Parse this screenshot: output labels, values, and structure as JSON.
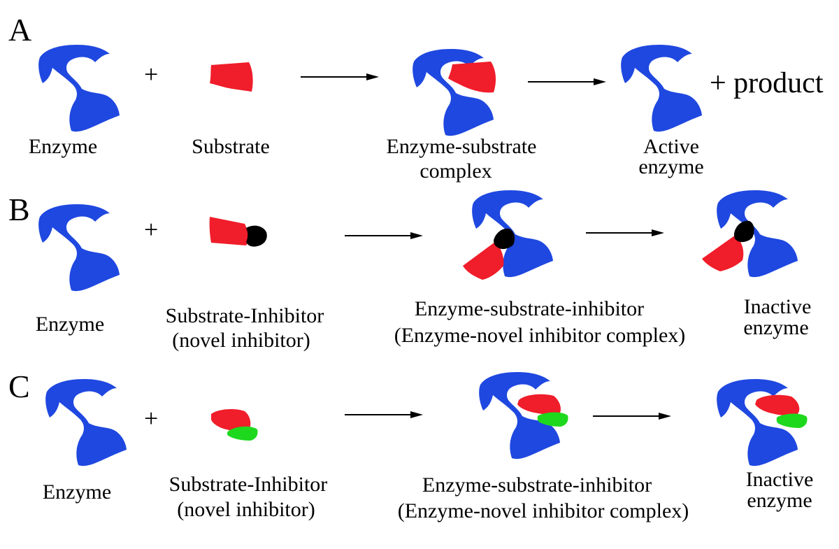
{
  "colors": {
    "enzyme": "#1f48e0",
    "substrate": "#f01d2a",
    "inhibitor_black": "#000000",
    "inhibitor_green": "#1ed81e",
    "background": "#ffffff"
  },
  "icons": {
    "enzyme": "enzyme-shape",
    "substrate": "substrate-shape",
    "inhibitor_b": "black-inhibitor-shape",
    "inhibitor_c": "green-inhibitor-shape",
    "arrow": "right-arrow"
  },
  "panels": {
    "a": {
      "letter": "A",
      "plus": "+",
      "enzyme_label": "Enzyme",
      "substrate_label": "Substrate",
      "complex_label_1": "Enzyme-substrate",
      "complex_label_2": "complex",
      "result_label_1": "Active",
      "result_label_2": "enzyme",
      "product": "+ product"
    },
    "b": {
      "letter": "B",
      "plus": "+",
      "enzyme_label": "Enzyme",
      "reagent_label_1": "Substrate-Inhibitor",
      "reagent_label_2": "(novel inhibitor)",
      "complex_label_1": "Enzyme-substrate-inhibitor",
      "complex_label_2": "(Enzyme-novel inhibitor complex)",
      "result_label_1": "Inactive",
      "result_label_2": "enzyme"
    },
    "c": {
      "letter": "C",
      "plus": "+",
      "enzyme_label": "Enzyme",
      "reagent_label_1": "Substrate-Inhibitor",
      "reagent_label_2": "(novel inhibitor)",
      "complex_label_1": "Enzyme-substrate-inhibitor",
      "complex_label_2": "(Enzyme-novel inhibitor complex)",
      "result_label_1": "Inactive",
      "result_label_2": "enzyme"
    }
  }
}
